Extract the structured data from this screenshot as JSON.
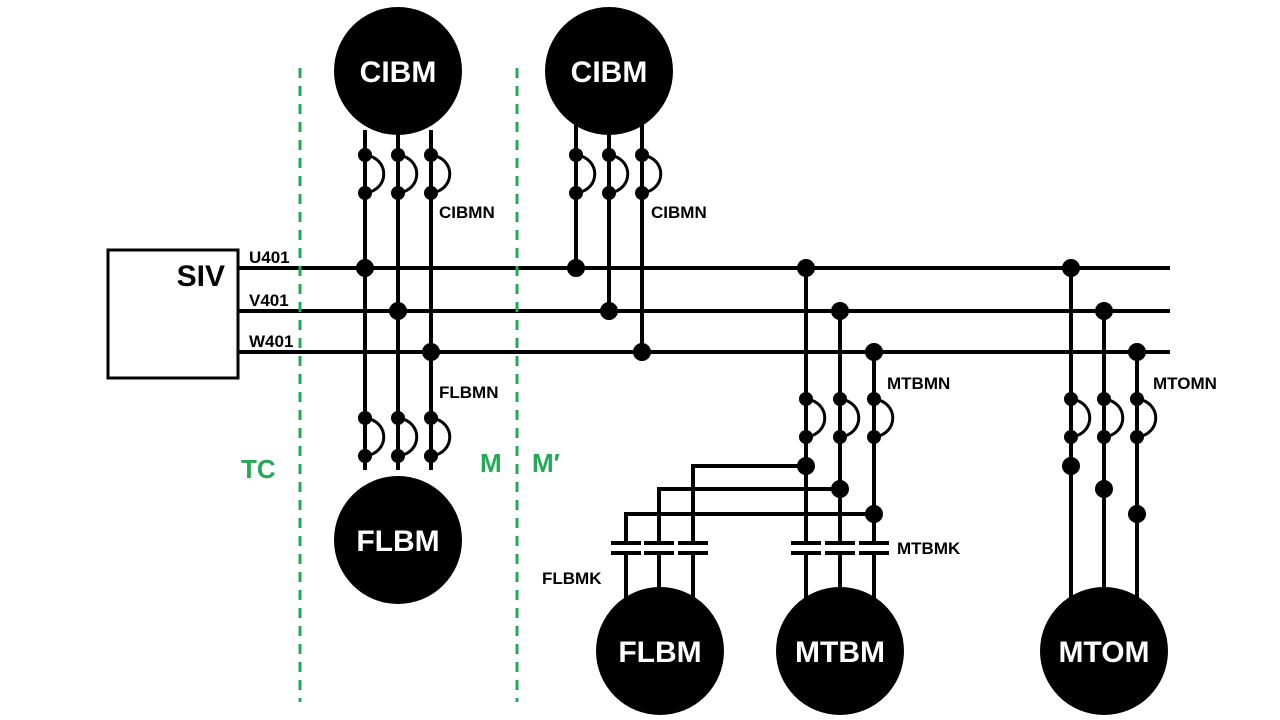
{
  "colors": {
    "zone_line": "#22aa55",
    "ink": "#000000",
    "background": "#ffffff"
  },
  "siv": {
    "label": "SIV"
  },
  "phases": {
    "u": "U401",
    "v": "V401",
    "w": "W401"
  },
  "zones": {
    "tc": "TC",
    "m": "M",
    "m_prime": "M′"
  },
  "motors": {
    "cibm_left": "CIBM",
    "cibm_right": "CIBM",
    "flbm_left": "FLBM",
    "flbm_bottom": "FLBM",
    "mtbm": "MTBM",
    "mtom": "MTOM"
  },
  "switches": {
    "cibmn_left": "CIBMN",
    "cibmn_right": "CIBMN",
    "flbmn": "FLBMN",
    "mtbmn": "MTBMN",
    "mtomn": "MTOMN",
    "flbmk": "FLBMK",
    "mtbmk": "MTBMK"
  }
}
